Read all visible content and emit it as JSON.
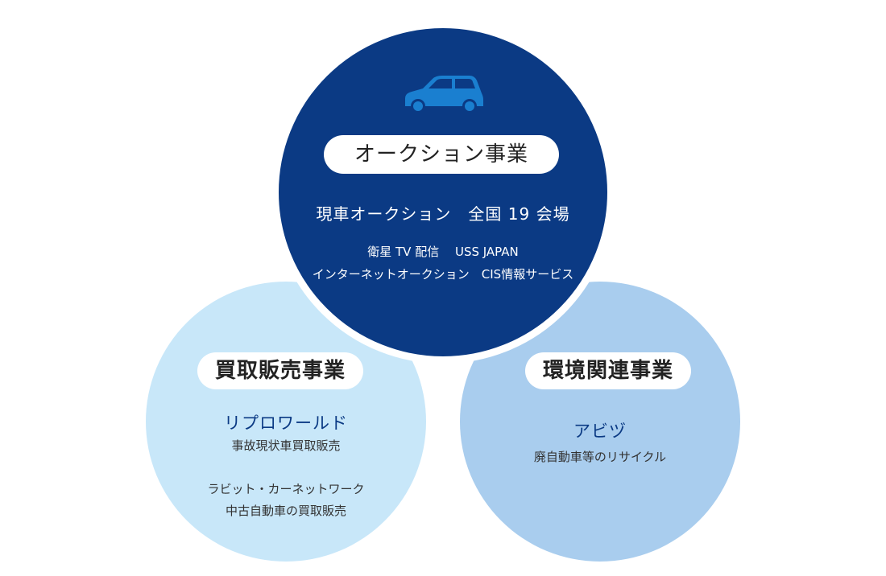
{
  "colors": {
    "auction_circle": "#0b3a84",
    "buy_circle": "#c8e7f9",
    "env_circle": "#a9cdee",
    "car_icon": "#1a7fd0"
  },
  "auction": {
    "icon": "car-icon",
    "title": "オークション事業",
    "line1": "現車オークション　全国 19 会場",
    "line2": "衛星 TV 配信　 USS JAPAN",
    "line3": "インターネットオークション　CIS情報サービス"
  },
  "buy_sell": {
    "title": "買取販売事業",
    "item1_name": "リプロワールド",
    "item1_desc": "事故現状車買取販売",
    "item2_name": "ラビット・カーネットワーク",
    "item2_desc": "中古自動車の買取販売"
  },
  "environment": {
    "title": "環境関連事業",
    "item1_name": "アビヅ",
    "item1_desc": "廃自動車等のリサイクル"
  }
}
